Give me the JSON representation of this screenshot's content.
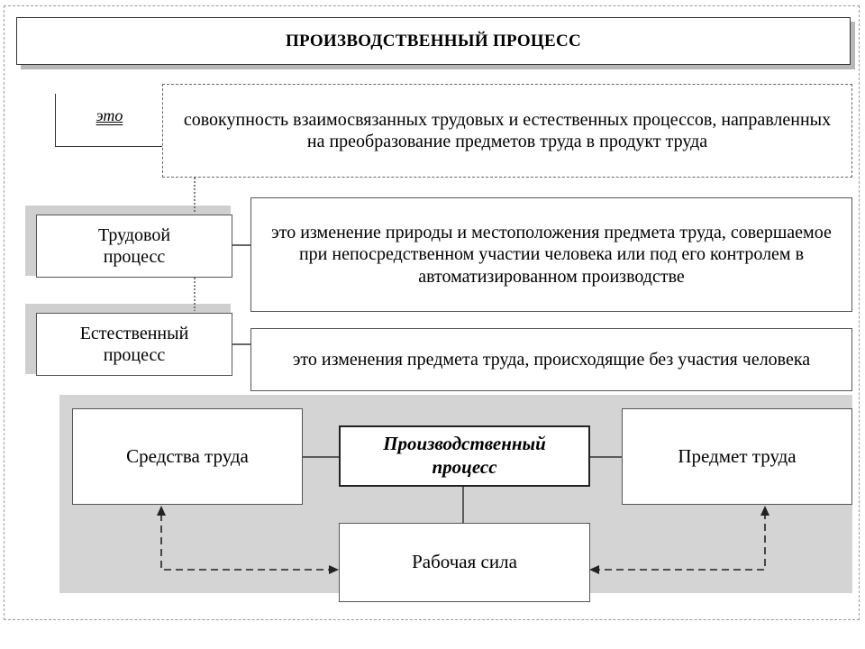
{
  "title": "ПРОИЗВОДСТВЕННЫЙ ПРОЦЕСС",
  "eto_label": "это",
  "definition": "совокупность взаимосвязанных трудовых и естественных процессов, направленных на преобразование предметов труда в продукт труда",
  "labor_process": {
    "label": "Трудовой процесс",
    "description": "это изменение природы и местоположения предмета труда, совершаемое при непосредственном участии человека или под его контролем в автоматизированном производстве"
  },
  "natural_process": {
    "label": "Естественный процесс",
    "description": "это изменения предмета труда, происходящие без участия человека"
  },
  "elements": {
    "means_of_labor": "Средства труда",
    "center": "Производственный процесс",
    "object_of_labor": "Предмет труда",
    "labor_force": "Рабочая сила"
  }
}
